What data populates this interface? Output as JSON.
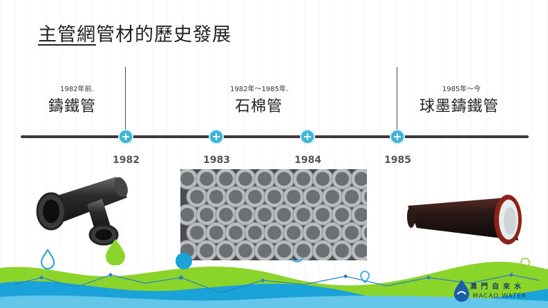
{
  "slide": {
    "title_underlined": "主管網",
    "title_rest": "管材的歷史發展"
  },
  "periods": [
    {
      "range": "1982年前.",
      "material": "鑄鐵管"
    },
    {
      "range": "1982年～1985年.",
      "material": "石棉管"
    },
    {
      "range": "1985年～今",
      "material": "球墨鑄鐵管"
    }
  ],
  "years": [
    "1982",
    "1983",
    "1984",
    "1985"
  ],
  "logo": {
    "chinese": "澳門自來水",
    "english": "MACAO WATER"
  },
  "colors": {
    "timeline": "#3a3a3a",
    "node": "#3db3d8",
    "green": "#8bd42a",
    "blue": "#1aa3d9"
  },
  "icons": [
    "plus-icon",
    "water-drop-icon",
    "location-pin-icon",
    "company-logo"
  ]
}
